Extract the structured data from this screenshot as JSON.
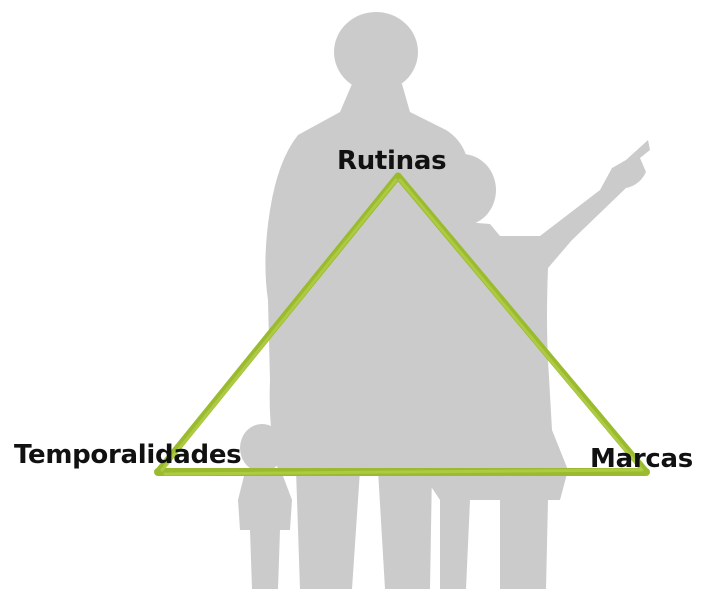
{
  "diagram": {
    "vertices": {
      "top": "Rutinas",
      "left": "Temporalidades",
      "right": "Marcas"
    },
    "colors": {
      "triangle": "#9bbb2f",
      "silhouette": "#cbcbcb",
      "text": "#111111",
      "background": "#ffffff"
    }
  }
}
